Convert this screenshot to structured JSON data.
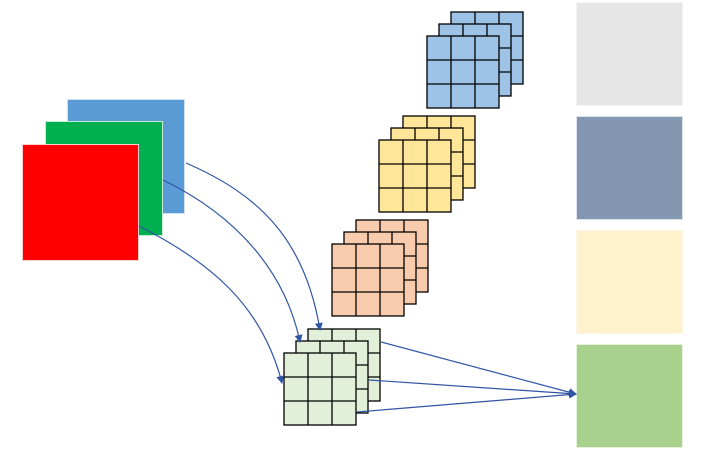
{
  "colors": {
    "input_blue": "#5b9bd5",
    "input_green": "#00b050",
    "input_red": "#ff0000",
    "kernel_blue": "#9dc3e6",
    "kernel_yellow": "#ffe699",
    "kernel_orange": "#f8cbad",
    "kernel_green": "#e2f0d9",
    "map_gray": "#e7e6e6",
    "map_slate": "#8497b0",
    "map_cream": "#fff2cc",
    "map_green": "#a9d18e",
    "grid_line": "#000000",
    "arrow": "#2f55a4"
  },
  "kernel_grid": {
    "rows": 3,
    "cols": 3
  },
  "kernel_stacks": [
    "blue-kernel-stack",
    "yellow-kernel-stack",
    "orange-kernel-stack",
    "green-kernel-stack"
  ],
  "output_maps": [
    "gray-feature-map",
    "slate-feature-map",
    "cream-feature-map",
    "green-feature-map"
  ],
  "input_channels": [
    "blue-input-channel",
    "green-input-channel",
    "red-input-channel"
  ]
}
